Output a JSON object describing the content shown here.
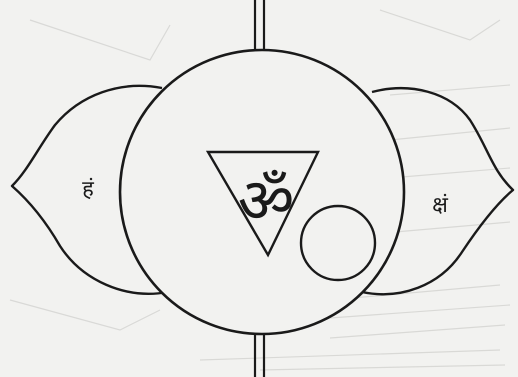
{
  "diagram": {
    "left_petal_syllable": "हं",
    "right_petal_syllable": "क्षं",
    "center_syllable": "ॐ",
    "colors": {
      "ink": "#1a1a1a",
      "paper": "#f2f2f0",
      "show_through": "#c9c9c6"
    }
  }
}
